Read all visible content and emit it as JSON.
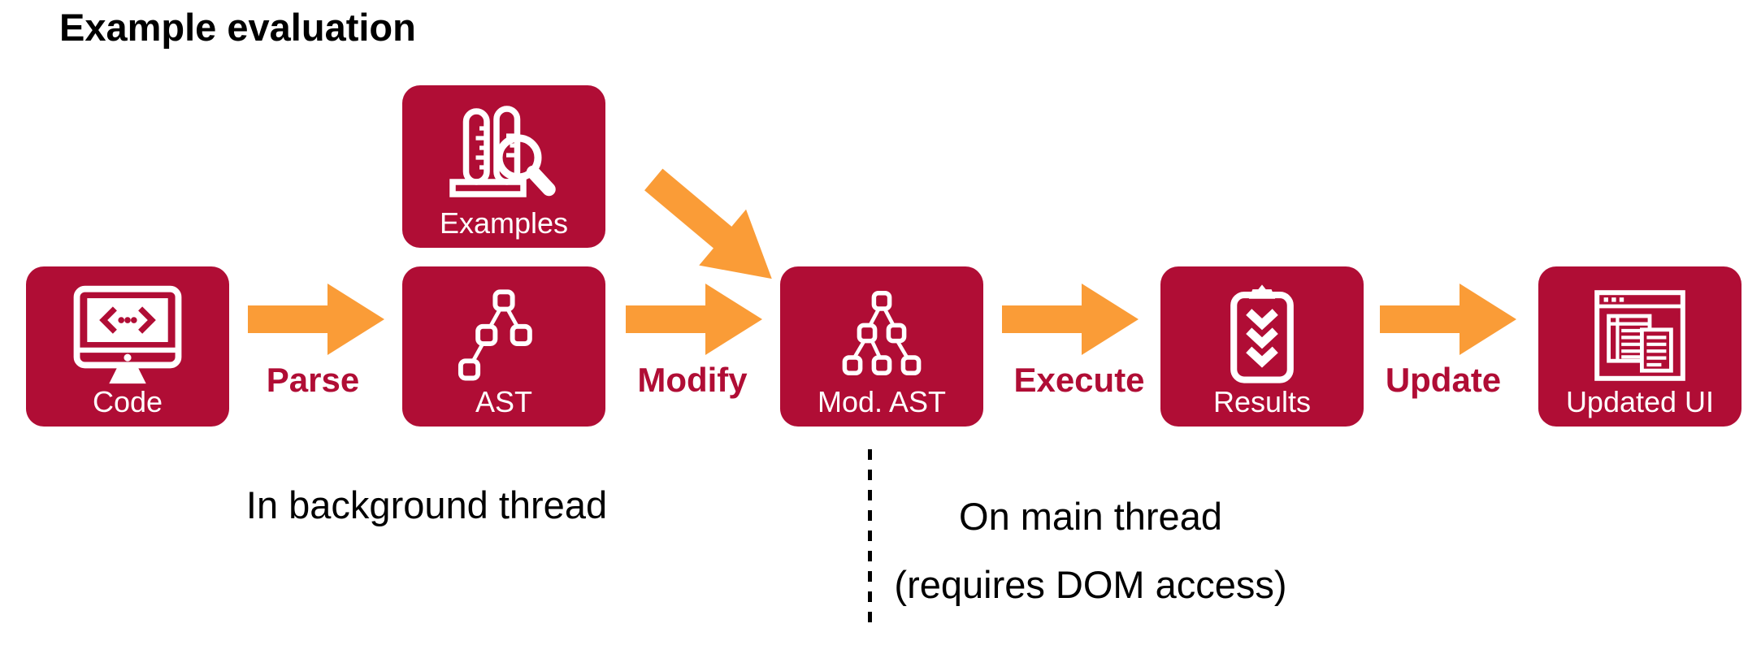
{
  "title": "Example evaluation",
  "colors": {
    "box": "#B00D35",
    "arrow": "#FA9C37",
    "label_text": "#B00D35",
    "caption_text": "#000000",
    "node_text": "#FFFFFF",
    "background": "#FFFFFF"
  },
  "nodes": [
    {
      "id": "code",
      "label": "Code",
      "icon": "monitor-code-icon"
    },
    {
      "id": "examples",
      "label": "Examples",
      "icon": "test-tubes-magnifier-icon"
    },
    {
      "id": "ast",
      "label": "AST",
      "icon": "tree-icon"
    },
    {
      "id": "mod-ast",
      "label": "Mod. AST",
      "icon": "tree-large-icon"
    },
    {
      "id": "results",
      "label": "Results",
      "icon": "clipboard-checks-icon"
    },
    {
      "id": "updated-ui",
      "label": "Updated UI",
      "icon": "browser-window-icon"
    }
  ],
  "arrows": [
    {
      "id": "parse",
      "label": "Parse",
      "from": "code",
      "to": "ast"
    },
    {
      "id": "modify",
      "label": "Modify",
      "from": "ast",
      "to": "mod-ast"
    },
    {
      "id": "execute",
      "label": "Execute",
      "from": "mod-ast",
      "to": "results"
    },
    {
      "id": "update",
      "label": "Update",
      "from": "results",
      "to": "updated-ui"
    },
    {
      "id": "examples-feed",
      "label": "",
      "from": "examples",
      "to": "mod-ast"
    }
  ],
  "captions": {
    "background_thread": "In background thread",
    "main_thread_line1": "On main thread",
    "main_thread_line2": "(requires DOM access)"
  }
}
